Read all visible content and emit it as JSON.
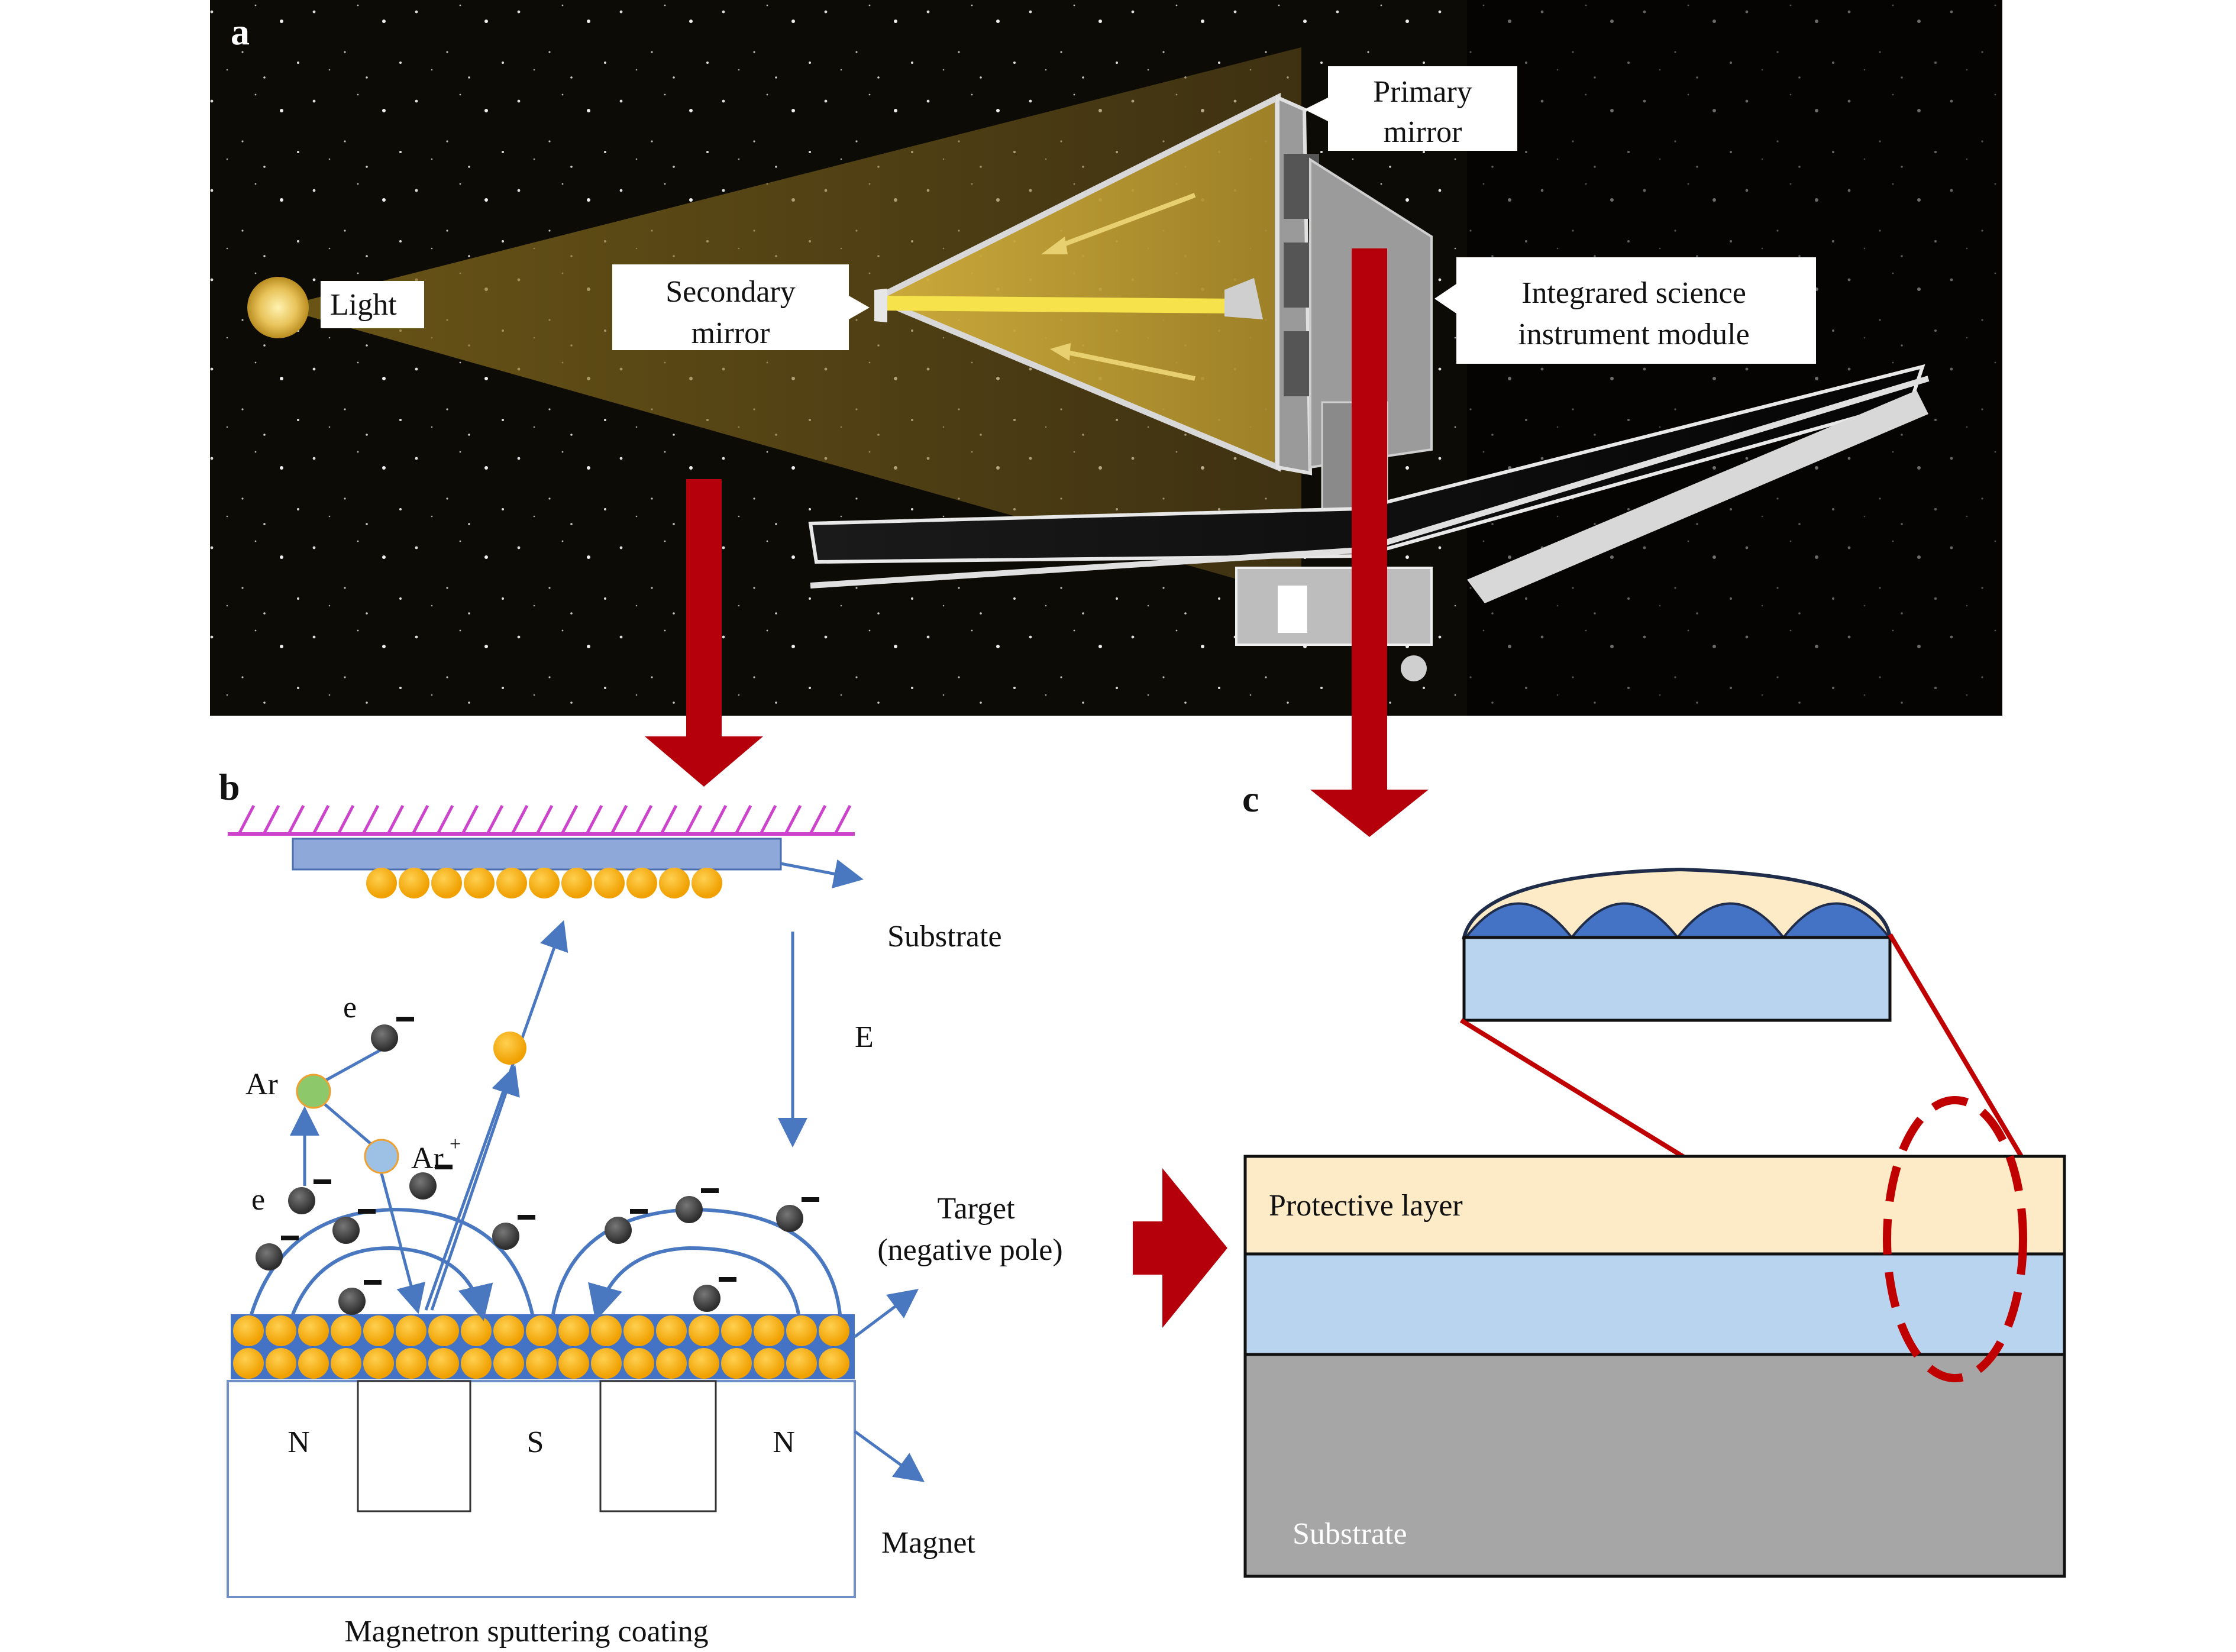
{
  "panels": {
    "a": {
      "letter": "a",
      "labels": {
        "light": "Light",
        "secondary_mirror_1": "Secondary",
        "secondary_mirror_2": "mirror",
        "primary_mirror_1": "Primary",
        "primary_mirror_2": "mirror",
        "isim_1": "Integrared science",
        "isim_2": "instrument module"
      }
    },
    "b": {
      "letter": "b",
      "labels": {
        "substrate": "Substrate",
        "field": "E",
        "electron_top": "e",
        "electron_left": "e",
        "argon": "Ar",
        "argon_ion": "Ar",
        "argon_ion_sup": "+",
        "target_1": "Target",
        "target_2": "(negative pole)",
        "pole_n_left": "N",
        "pole_s": "S",
        "pole_n_right": "N",
        "magnet": "Magnet",
        "caption": "Magnetron sputtering coating"
      }
    },
    "c": {
      "letter": "c",
      "labels": {
        "protective_layer": "Protective layer",
        "substrate": "Substrate"
      }
    }
  },
  "colors": {
    "arrow_red": "#b5000b",
    "space_bg": "#0d0b06",
    "light_beam": "#c9a227",
    "sun": "#e8c35a",
    "substrate_blue": "#8fa8da",
    "hatch_magenta": "#cc44cc",
    "atom_orange": "#f5a80f",
    "field_blue": "#4a78c0",
    "argon_green": "#8dc86a",
    "argon_ion_blue": "#9cc1e4",
    "electron_gray": "#3d3d3d",
    "protective_cream": "#fdebc8",
    "coating_lightblue": "#b9d4ee",
    "substrate_gray": "#a6a6a6",
    "grain_blue": "#4472c4",
    "zoom_red": "#c00000"
  }
}
